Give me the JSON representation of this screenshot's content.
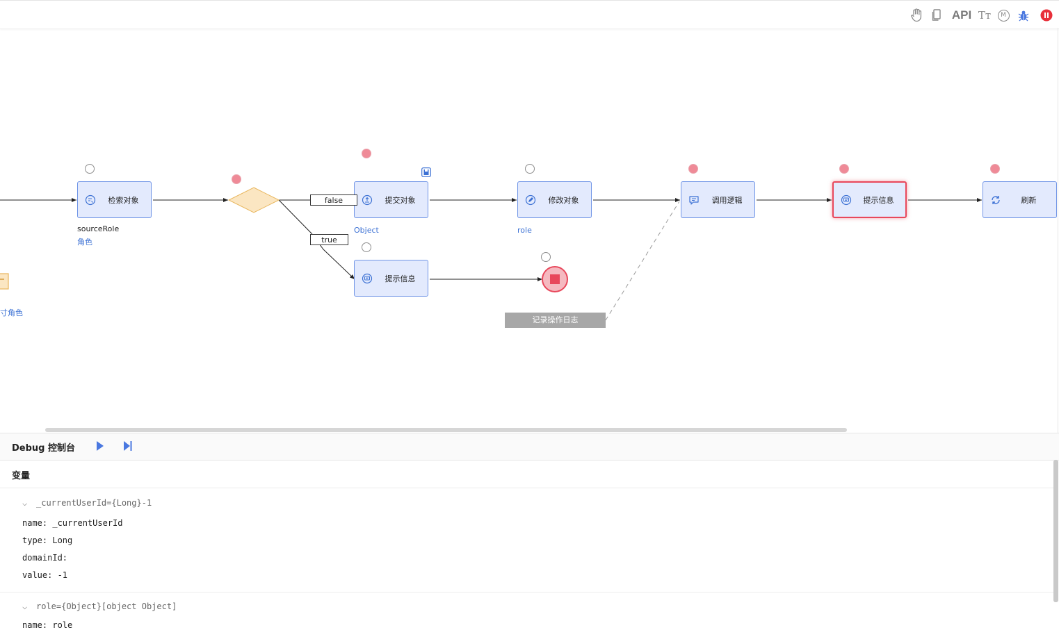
{
  "toolbar": {
    "api_label": "API",
    "text_tool_label": "Tт",
    "m_label": "M",
    "icons": [
      "hand-icon",
      "clipboard-icon",
      "api-label",
      "text-size-icon",
      "m-circle-icon",
      "bug-icon",
      "pause-icon"
    ],
    "pause_color": "#e8303a",
    "bug_color": "#4a78e0"
  },
  "flow": {
    "partial_label_left": "寸角色",
    "nodes": [
      {
        "id": "n-search",
        "label": "检索对象",
        "icon": "search-object-icon",
        "breakpoint": "empty",
        "sub": [
          "sourceRole",
          "角色"
        ]
      },
      {
        "id": "n-submit",
        "label": "提交对象",
        "icon": "upload-icon",
        "breakpoint": "active",
        "sub": [
          "Object"
        ]
      },
      {
        "id": "n-modify",
        "label": "修改对象",
        "icon": "edit-icon",
        "breakpoint": "empty",
        "sub": [
          "role"
        ]
      },
      {
        "id": "n-call",
        "label": "调用逻辑",
        "icon": "message-icon",
        "breakpoint": "active"
      },
      {
        "id": "n-prompt-main",
        "label": "提示信息",
        "icon": "chat-icon",
        "breakpoint": "active",
        "selected": true
      },
      {
        "id": "n-refresh",
        "label": "刷新",
        "icon": "refresh-icon",
        "breakpoint": "active"
      },
      {
        "id": "n-prompt-true",
        "label": "提示信息",
        "icon": "chat-icon",
        "breakpoint": "empty"
      }
    ],
    "edge_labels": {
      "false": "false",
      "true": "true"
    },
    "comment": "记录操作日志",
    "colors": {
      "node_fill": "#e3eafd",
      "node_border": "#6f94e6",
      "selected_border": "#e8475b",
      "diamond_fill": "#fbe6c2",
      "diamond_border": "#e8b55a",
      "end_fill": "#e8475b"
    }
  },
  "debug": {
    "title": "Debug 控制台",
    "controls": [
      "play-icon",
      "step-over-icon"
    ],
    "vars_title": "变量",
    "variables": [
      {
        "header": "_currentUserId={Long}-1",
        "props": [
          "name: _currentUserId",
          "type: Long",
          "domainId:",
          "value: -1"
        ]
      },
      {
        "header": "role={Object}[object Object]",
        "props": [
          "name: role"
        ]
      }
    ]
  }
}
